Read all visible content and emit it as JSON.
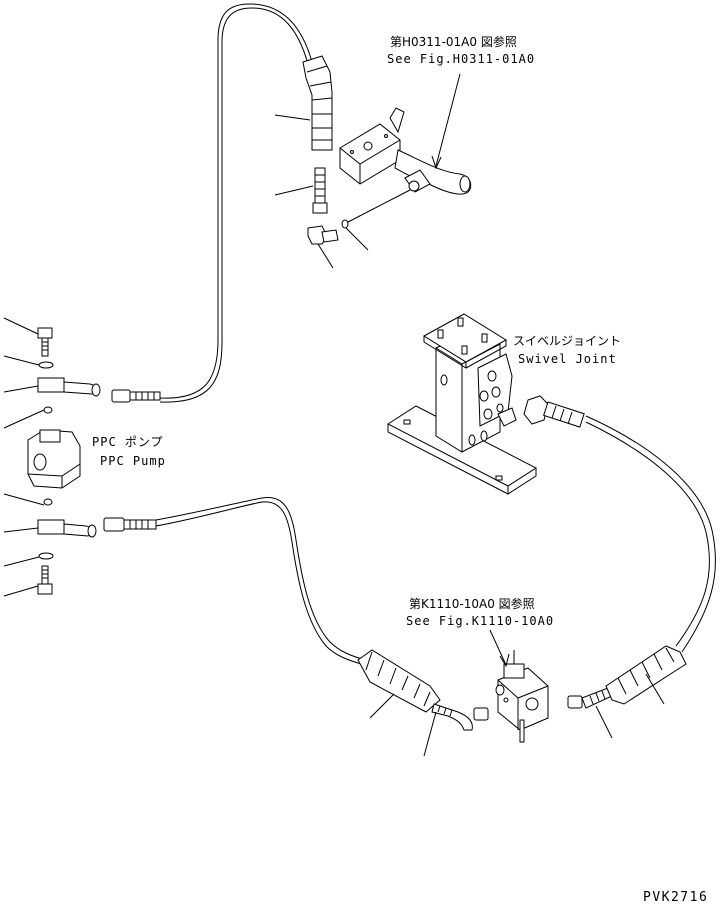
{
  "labels": {
    "ref_top_jp": "第H0311-01A0 図参照",
    "ref_top_en": "See Fig.H0311-01A0",
    "swivel_jp": "スイベルジョイント",
    "swivel_en": "Swivel Joint",
    "pump_jp": "PPC ポンプ",
    "pump_en": "PPC Pump",
    "ref_bottom_jp": "第K1110-10A0 図参照",
    "ref_bottom_en": "See Fig.K1110-10A0",
    "drawing_code": "PVK2716"
  }
}
